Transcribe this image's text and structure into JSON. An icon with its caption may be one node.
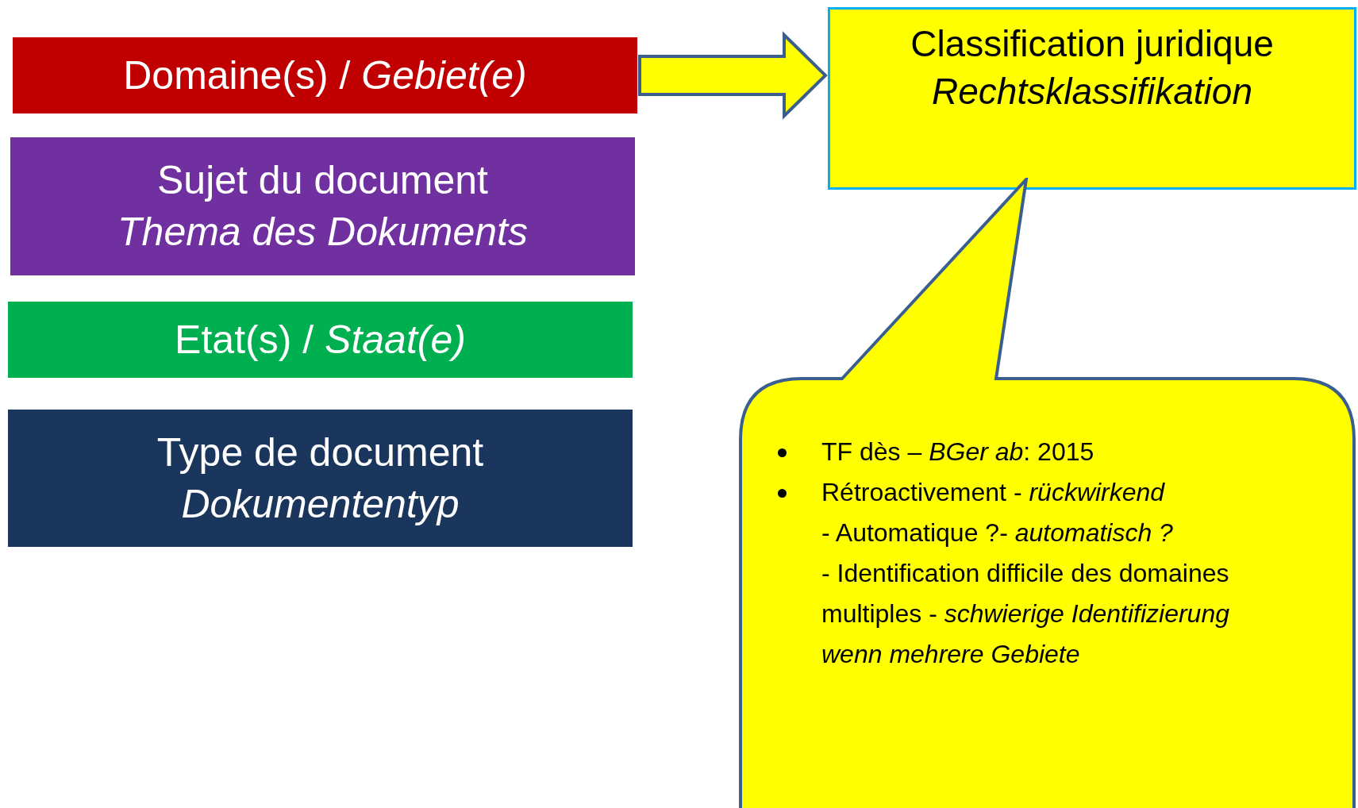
{
  "diagram": {
    "nodes": [
      {
        "text": [
          "Domaine(s) / *Gebiet(e)*"
        ]
      },
      {
        "text": [
          "Sujet du document",
          "Thema des Dokuments"
        ]
      },
      {
        "text": [
          "Etat(s) / *Staat(e)*"
        ]
      },
      {
        "text": [
          "Type de document",
          "Dokumententyp"
        ]
      },
      {
        "text": [
          "Classification juridique",
          "Rechtsklassifikation"
        ]
      },
      {
        "text": [
          "TF dès – *BGer ab*: 2015",
          "Rétroactivement - *rückwirkend*",
          "- Automatique ?-  *automatisch ?*",
          "- Identification difficile des domaines multiples  - *schwierige Identifizierung wenn mehrere Gebiete*"
        ]
      }
    ],
    "edges": [
      {
        "from": 0,
        "to": 4,
        "arrow": "to",
        "style": "thick"
      }
    ]
  }
}
